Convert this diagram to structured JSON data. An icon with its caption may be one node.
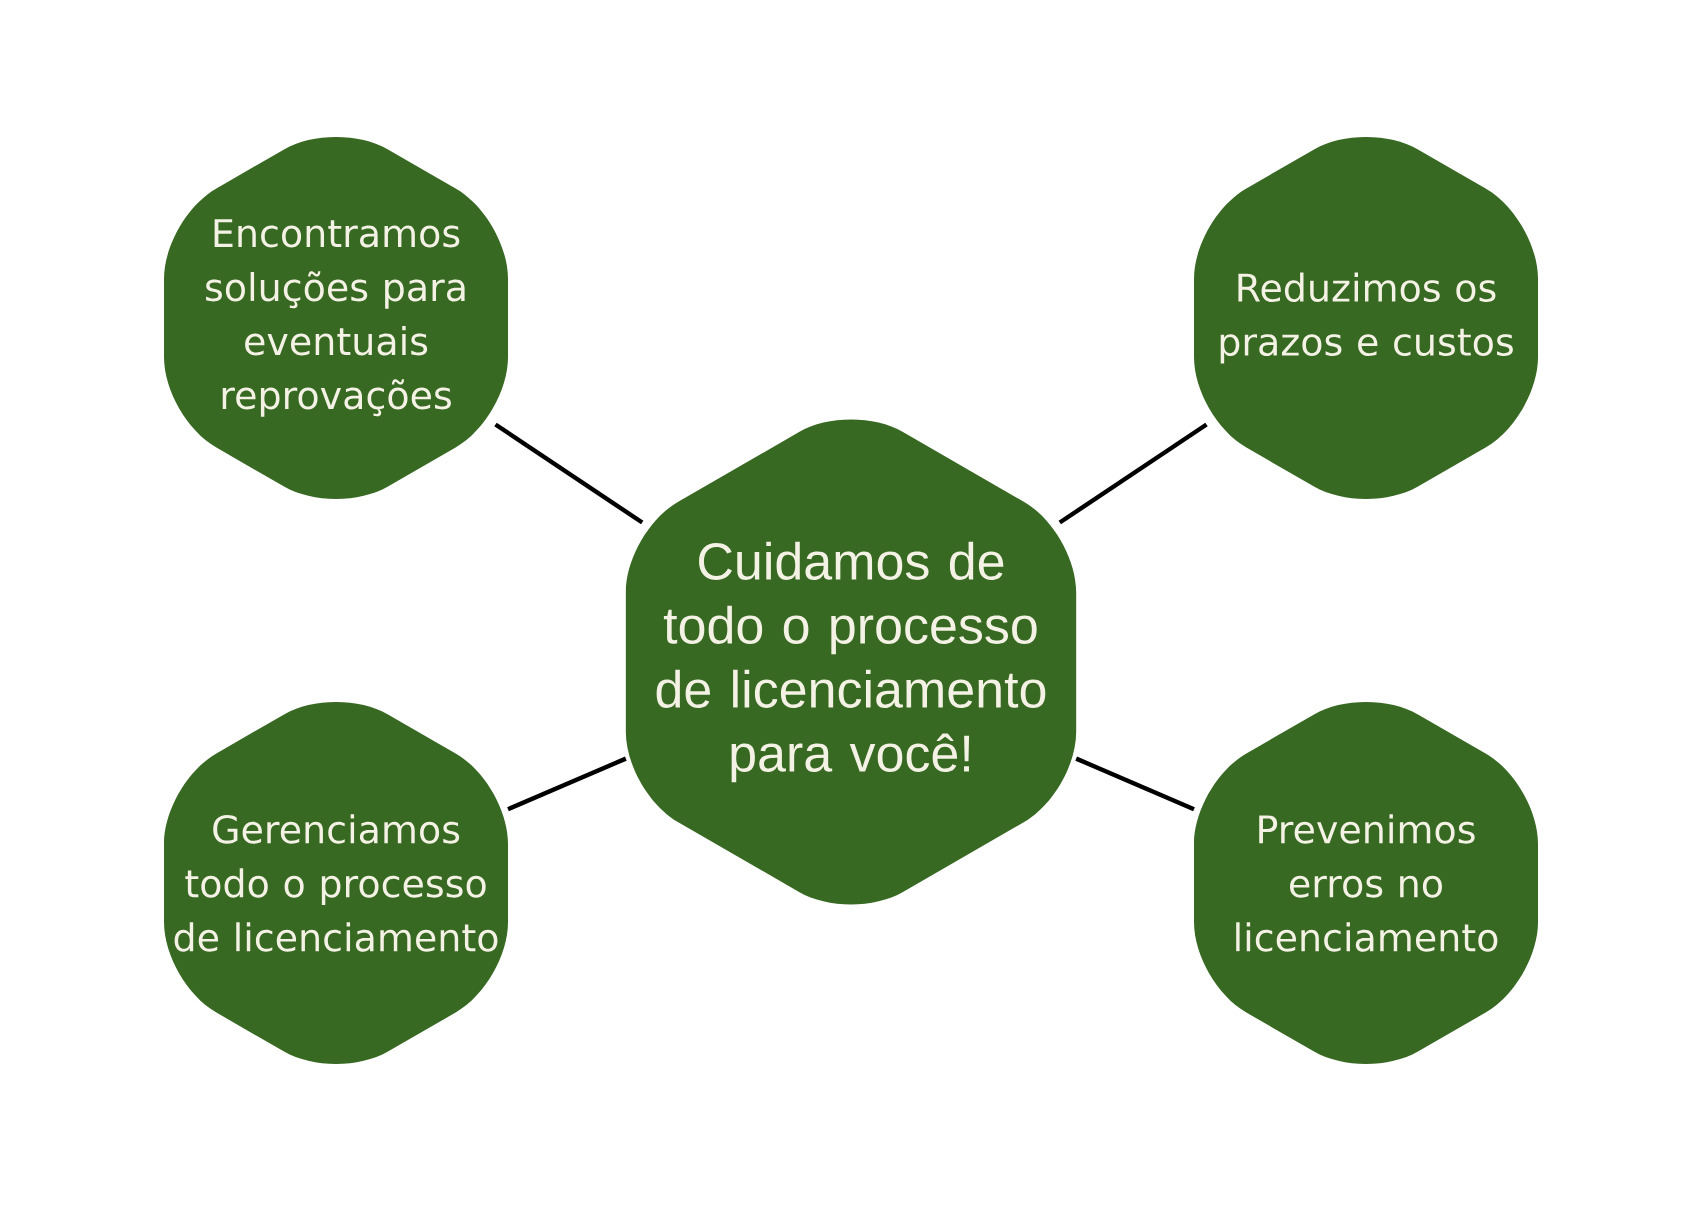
{
  "diagram": {
    "nodes": [
      {
        "text": [
          "Encontramos soluções para eventuais reprovações"
        ]
      },
      {
        "text": [
          "Reduzimos os prazos e custos"
        ]
      },
      {
        "text": [
          "Cuidamos de todo o processo de licenciamento para você!"
        ]
      },
      {
        "text": [
          "Gerenciamos todo o processo de licenciamento"
        ]
      },
      {
        "text": [
          "Prevenimos erros no licenciamento"
        ]
      }
    ],
    "edges": [
      {
        "from": 2,
        "to": 0,
        "arrow": "none"
      },
      {
        "from": 2,
        "to": 1,
        "arrow": "none"
      },
      {
        "from": 2,
        "to": 3,
        "arrow": "none"
      },
      {
        "from": 2,
        "to": 4,
        "arrow": "none"
      }
    ]
  }
}
